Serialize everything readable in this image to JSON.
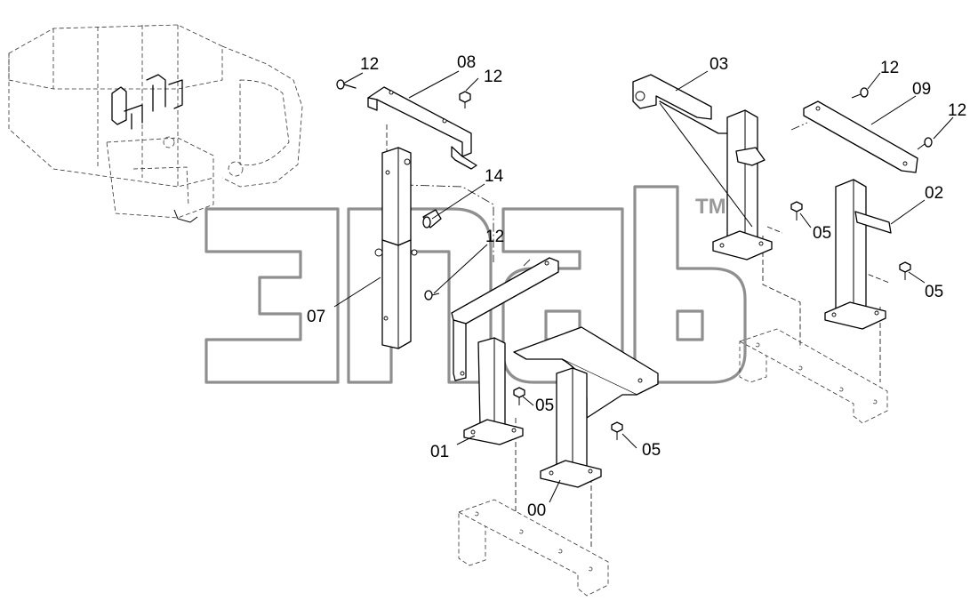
{
  "diagram": {
    "watermark": {
      "mark": "TM"
    },
    "callouts": [
      {
        "id": "c-12a",
        "label": "12"
      },
      {
        "id": "c-08",
        "label": "08"
      },
      {
        "id": "c-12b",
        "label": "12"
      },
      {
        "id": "c-14",
        "label": "14"
      },
      {
        "id": "c-12c",
        "label": "12"
      },
      {
        "id": "c-07",
        "label": "07"
      },
      {
        "id": "c-05a",
        "label": "05"
      },
      {
        "id": "c-01",
        "label": "01"
      },
      {
        "id": "c-05b",
        "label": "05"
      },
      {
        "id": "c-00",
        "label": "00"
      },
      {
        "id": "c-03",
        "label": "03"
      },
      {
        "id": "c-12d",
        "label": "12"
      },
      {
        "id": "c-09",
        "label": "09"
      },
      {
        "id": "c-12e",
        "label": "12"
      },
      {
        "id": "c-02",
        "label": "02"
      },
      {
        "id": "c-05c",
        "label": "05"
      },
      {
        "id": "c-05d",
        "label": "05"
      }
    ]
  }
}
